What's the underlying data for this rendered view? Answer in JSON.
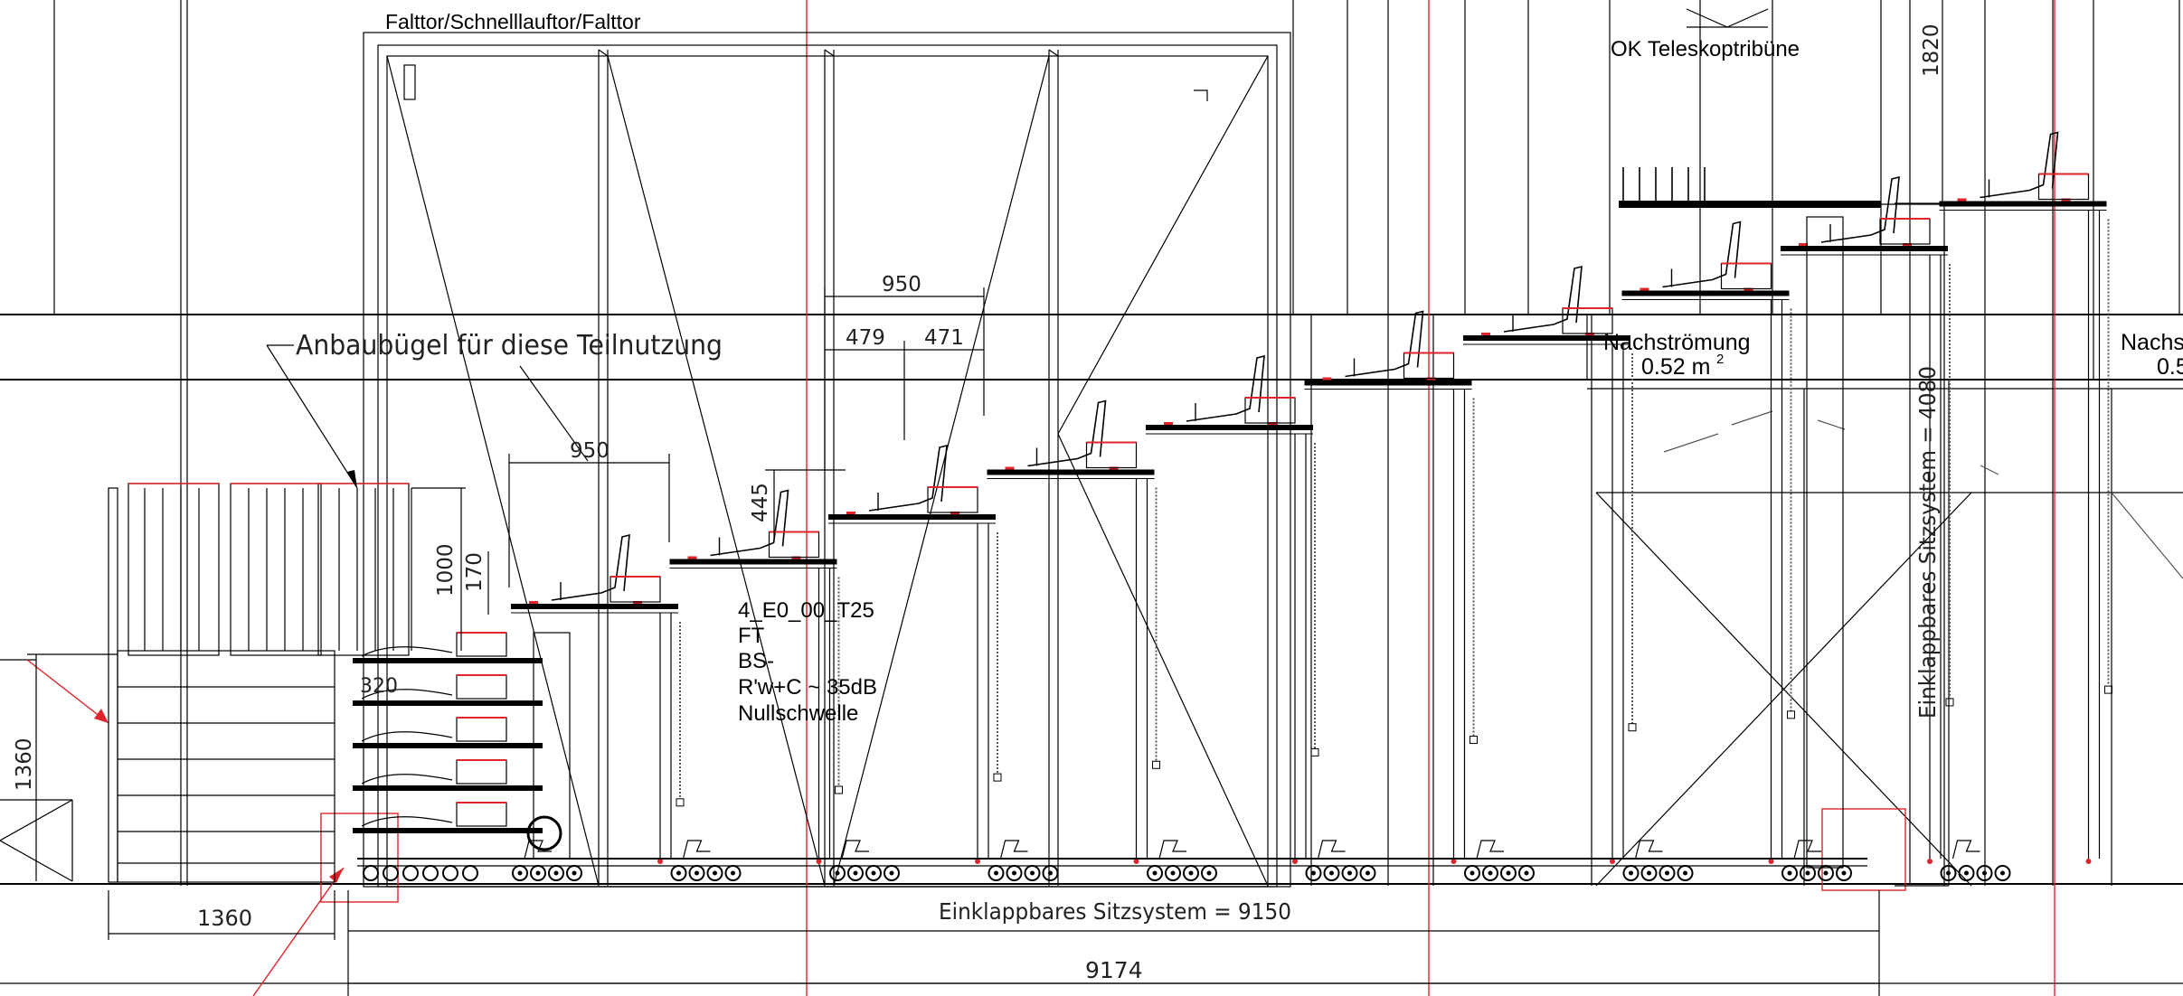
{
  "labels": {
    "gate": "Falttor/Schnelllauftor/Falttor",
    "tribune_top": "OK Teleskoptribüne",
    "bracket_note": "Anbaubügel für diese Teilnutzung",
    "outflow_1_title": "Nachströmung",
    "outflow_1_value": "0.52 m",
    "outflow_1_unit_sup": "2",
    "outflow_2_title": "Nachs",
    "outflow_2_value": "0.5"
  },
  "door_spec": {
    "line1": "4_E0_00_T25",
    "line2": "FT",
    "line3": "BS-",
    "line4": "R'w+C ~ 35dB",
    "line5": "Nullschwelle"
  },
  "dimensions": {
    "d_950_upper": "950",
    "d_479": "479",
    "d_471": "471",
    "d_950_lower": "950",
    "d_445": "445",
    "d_1000": "1000",
    "d_170": "170",
    "d_320": "320",
    "d_1360_vertical": "1360",
    "d_1360_horizontal": "1360",
    "d_1820": "1820",
    "system_height": "Einklappbares Sitzsystem = 4080",
    "system_length": "Einklappbares Sitzsystem = 9150",
    "d_9174": "9174"
  },
  "colors": {
    "line": "#000000",
    "accent_red": "#e0242b"
  }
}
